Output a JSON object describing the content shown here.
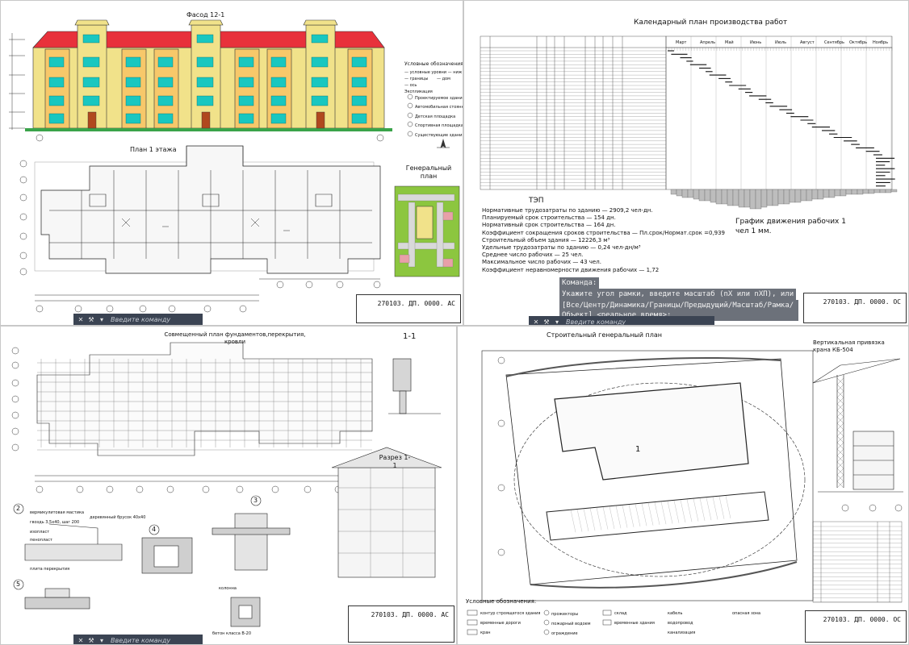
{
  "panes": {
    "facade": {
      "title": "Фасод 12-1",
      "plan_title": "План 1 этажа",
      "site_title": "Генеральный план",
      "legend_header": "Условные обозначения",
      "legend_items": [
        "— условные уровни — ниж",
        "— границы",
        "— дом",
        "— ось",
        "Экспликация",
        "Проектируемое здание",
        "Автомобильная стоянка",
        "Детская площадка",
        "Спортивная площадка",
        "Существующие здания"
      ]
    },
    "calendar": {
      "title": "Календарный план производства работ",
      "tep_title": "ТЭП",
      "tep_lines": [
        "Нормативные трудозатраты по зданию — 2909,2 чел-дн.",
        "Планируемый срок строительства — 154 дн.",
        "Нормативный срок строительства — 164 дн.",
        "Коэффициент сокращения сроков строительства — Пл.срок/Нормат.срок =0,939",
        "Строительный объем здания — 12226,3 м³",
        "Удельные трудозатраты по зданию — 0,24 чел-дн/м³",
        "Среднее число рабочих — 25 чел.",
        "Максимальное число рабочих — 43 чел.",
        "Коэффициент неравномерности движения рабочих — 1,72"
      ],
      "workers_title": "График движения рабочих 1 чел 1 мм.",
      "months": [
        "Март",
        "Апрель",
        "Май",
        "Июнь",
        "Июль",
        "Август",
        "Сентябрь",
        "Октябрь",
        "Ноябрь"
      ]
    },
    "foundation": {
      "title": "Совмещенный план фундаментов,перекрытия, кровли",
      "section_11": "1-1",
      "cut_title": "Разрез 1-1",
      "node_2": "2",
      "node_3": "3",
      "node_4": "4",
      "node_5": "5",
      "notes": [
        "вермикулитовая мастика",
        "деревянный брусок 40х40",
        "гвоздь 3,5х40, шаг 200",
        "изопласт",
        "пенопласт",
        "плита перекрытия",
        "бетон класса В-20",
        "колонна"
      ]
    },
    "genplan": {
      "title": "Строительный генеральный план",
      "crane_title": "Вертикальная привязка крана КБ-504",
      "legend_title": "Условные обозначения:",
      "building_label": "1",
      "legend_items": [
        "контур строящегося здания",
        "временные дороги",
        "кран",
        "прожекторы",
        "пожарный водоем",
        "ограждение",
        "склад",
        "временные здания",
        "кабель",
        "водопровод",
        "канализация",
        "опасная зона"
      ]
    }
  },
  "stamps": {
    "facade": "270103. ДП. 0000. АС",
    "calendar": "270103. ДП. 0000. ОС",
    "foundation": "270103. ДП. 0000. АС",
    "genplan": "270103. ДП. 0000. ОС"
  },
  "command": {
    "label": "Команда:",
    "prompt": "Укажите угол рамки, введите масштаб (nX или nXП), или",
    "options": "[Все/Центр/Динамика/Границы/Предыдущий/Масштаб/Рамка/Объект] <реальное время>:",
    "placeholder": "Введите команду"
  },
  "colors": {
    "roof": "#e8313b",
    "wall": "#f1e28a",
    "window": "#19c7c0",
    "cmdbar": "#3b4453",
    "popup": "#6c717a"
  }
}
